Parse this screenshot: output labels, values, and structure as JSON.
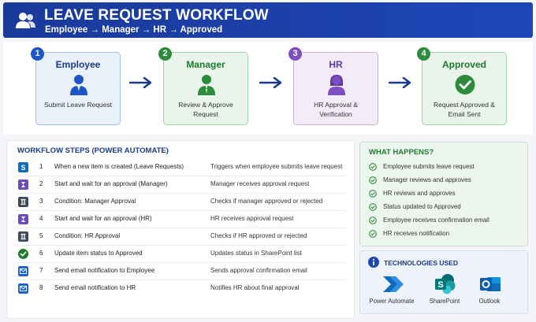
{
  "header": {
    "title": "LEAVE REQUEST WORKFLOW",
    "subtitle": "Employee → Manager → HR → Approved"
  },
  "stages": [
    {
      "num": "1",
      "name": "Employee",
      "desc": "Submit Leave Request",
      "icon": "person-icon"
    },
    {
      "num": "2",
      "name": "Manager",
      "desc": "Review & Approve Request",
      "icon": "manager-icon"
    },
    {
      "num": "3",
      "name": "HR",
      "desc": "HR Approval & Verification",
      "icon": "hr-person-icon"
    },
    {
      "num": "4",
      "name": "Approved",
      "desc": "Request Approved & Email Sent",
      "icon": "check-circle-icon"
    }
  ],
  "workflow": {
    "title": "WORKFLOW STEPS (POWER AUTOMATE)",
    "rows": [
      {
        "num": "1",
        "action": "When a new item is created (Leave Requests)",
        "desc": "Triggers when employee submits leave request",
        "icon": "sharepoint-trigger-icon",
        "color": "#0f6cbd"
      },
      {
        "num": "2",
        "action": "Start and wait for an approval (Manager)",
        "desc": "Manager receives approval request",
        "icon": "approval-hourglass-icon",
        "color": "#6b4bbd"
      },
      {
        "num": "3",
        "action": "Condition: Manager Approval",
        "desc": "Checks if manager approved or rejected",
        "icon": "condition-icon",
        "color": "#3d4a5c"
      },
      {
        "num": "4",
        "action": "Start and wait for an approval (HR)",
        "desc": "HR receives approval request",
        "icon": "approval-hourglass-icon",
        "color": "#6b4bbd"
      },
      {
        "num": "5",
        "action": "Condition: HR Approval",
        "desc": "Checks if HR approved or rejected",
        "icon": "condition-icon",
        "color": "#3d4a5c"
      },
      {
        "num": "6",
        "action": "Update item status to Approved",
        "desc": "Updates status in SharePoint list",
        "icon": "check-circle-icon",
        "color": "#1f7a2e"
      },
      {
        "num": "7",
        "action": "Send email notification to Employee",
        "desc": "Sends approval confirmation email",
        "icon": "email-icon",
        "color": "#1e63d6"
      },
      {
        "num": "8",
        "action": "Send email notification to HR",
        "desc": "Notifies HR about final approval",
        "icon": "email-icon",
        "color": "#1e63d6"
      }
    ]
  },
  "happens": {
    "title": "WHAT HAPPENS?",
    "items": [
      "Employee submits leave request",
      "Manager reviews and approves",
      "HR reviews and approves",
      "Status updated to Approved",
      "Employee receives confirmation email",
      "HR receives notification"
    ]
  },
  "technologies": {
    "title": "TECHNOLOGIES USED",
    "items": [
      {
        "label": "Power Automate",
        "icon": "power-automate-icon"
      },
      {
        "label": "SharePoint",
        "icon": "sharepoint-icon"
      },
      {
        "label": "Outlook",
        "icon": "outlook-icon"
      }
    ]
  },
  "colors": {
    "header_bg": "#1e46b8",
    "employee": "#1e56c8",
    "manager": "#2e8b3c",
    "hr": "#7e4ec4",
    "approved": "#2e8b3c"
  }
}
